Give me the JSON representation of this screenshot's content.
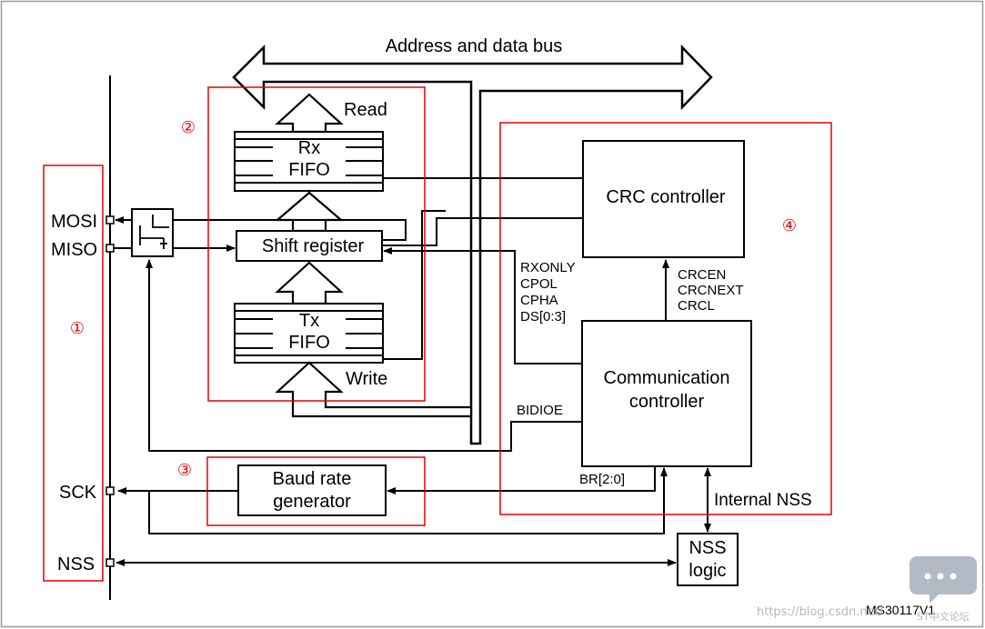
{
  "diagram": {
    "bus_label": "Address and data bus",
    "pins": {
      "mosi": "MOSI",
      "miso": "MISO",
      "sck": "SCK",
      "nss": "NSS"
    },
    "blocks": {
      "rx_fifo": [
        "Rx",
        "FIFO"
      ],
      "tx_fifo": [
        "Tx",
        "FIFO"
      ],
      "shift_register": "Shift register",
      "crc_controller": "CRC controller",
      "comm_controller": [
        "Communication",
        "controller"
      ],
      "baud_rate": [
        "Baud rate",
        "generator"
      ],
      "nss_logic": [
        "NSS",
        "logic"
      ]
    },
    "signals": {
      "read": "Read",
      "write": "Write",
      "config": [
        "RXONLY",
        "CPOL",
        "CPHA",
        "DS[0:3]"
      ],
      "crc": [
        "CRCEN",
        "CRCNEXT",
        "CRCL"
      ],
      "bidioe": "BIDIOE",
      "br": "BR[2:0]",
      "internal_nss": "Internal NSS"
    },
    "regions": [
      "①",
      "②",
      "③",
      "④"
    ],
    "figure_id": "MS30117V1",
    "colors": {
      "region_outline": "#e60000",
      "line": "#000000"
    }
  },
  "watermark": {
    "url": "https://blog.csdn.net/",
    "site": "ST中文论坛"
  }
}
